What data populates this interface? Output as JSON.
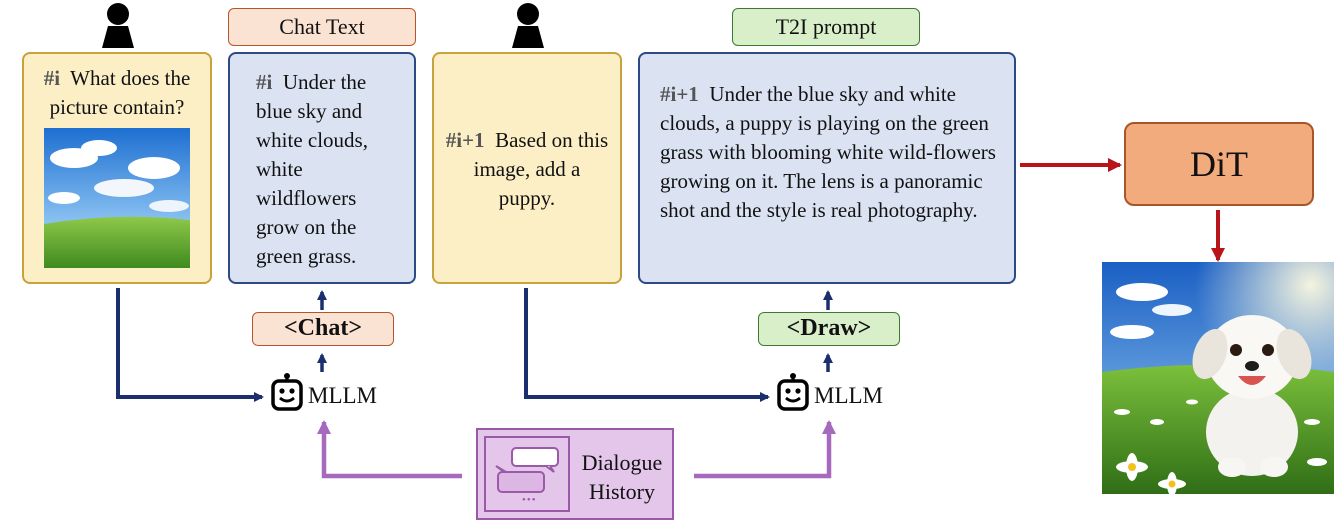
{
  "tags": {
    "chat_text": "Chat Text",
    "t2i_prompt": "T2I prompt"
  },
  "user_box_1": {
    "turn": "#i",
    "text": "What does the picture contain?"
  },
  "chat_box": {
    "turn": "#i",
    "text": "Under the blue sky and white clouds, white wildflowers grow on the green grass."
  },
  "user_box_2": {
    "turn": "#i+1",
    "text": "Based on this image, add a puppy."
  },
  "prompt_box": {
    "turn": "#i+1",
    "text": "Under the blue sky and white clouds, a puppy is playing on the green grass with blooming white wild-flowers growing on it. The lens is a panoramic shot and the style is real photography."
  },
  "tokens": {
    "chat": "<Chat>",
    "draw": "<Draw>"
  },
  "mllm": {
    "label_1": "MLLM",
    "label_2": "MLLM"
  },
  "dialogue": {
    "line1": "Dialogue",
    "line2": "History",
    "ellipsis": "•••"
  },
  "dit": {
    "label": "DiT"
  },
  "icons": [
    "user-icon",
    "robot-icon",
    "chat-bubbles-icon"
  ],
  "colors": {
    "dark_blue_arrow": "#1b2f6e",
    "red_arrow": "#b8141a",
    "purple_arrow": "#a569bd"
  }
}
